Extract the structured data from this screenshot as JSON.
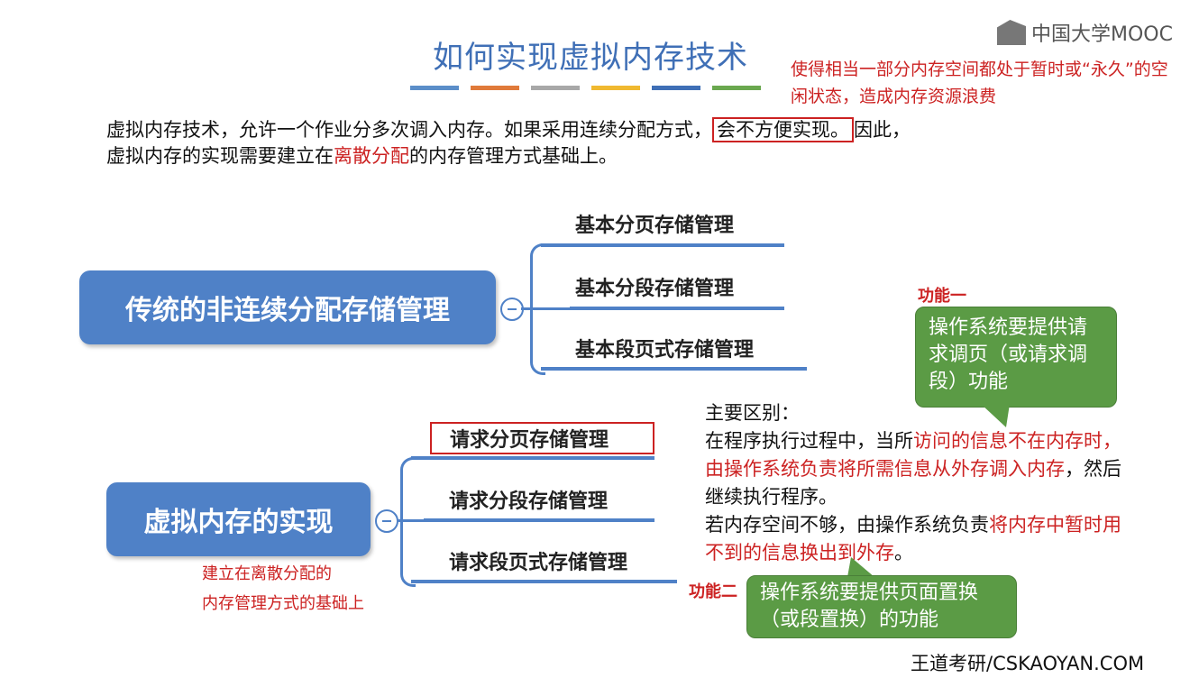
{
  "logo": {
    "text": "中国大学MOOC",
    "icon": "mooc-logo-icon"
  },
  "title": "如何实现虚拟内存技术",
  "title_bar_colors": [
    "#5b8ec9",
    "#e07a3a",
    "#a8a8a8",
    "#f0b930",
    "#3f6fb6",
    "#6aa84f"
  ],
  "top_note": "使得相当一部分内存空间都处于暂时或“永久”的空闲状态，造成内存资源浪费",
  "paragraph": {
    "part1": "虚拟内存技术，允许一个作业分多次调入内存。如果采用连续分配方式，",
    "boxed": "会不方便实现。",
    "part2": "因此，",
    "part3": "虚拟内存的实现需要建立在",
    "red": "离散分配",
    "part4": "的内存管理方式基础上。"
  },
  "traditional": {
    "label": "传统的非连续分配存储管理",
    "children": [
      "基本分页存储管理",
      "基本分段存储管理",
      "基本段页式存储管理"
    ]
  },
  "virtual": {
    "label": "虚拟内存的实现",
    "children": [
      "请求分页存储管理",
      "请求分段存储管理",
      "请求段页式存储管理"
    ],
    "note_line1": "建立在离散分配的",
    "note_line2": "内存管理方式的基础上"
  },
  "function1": {
    "label": "功能一",
    "text": "操作系统要提供请求调页（或请求调段）功能"
  },
  "function2": {
    "label": "功能二",
    "text": "操作系统要提供页面置换（或段置换）的功能"
  },
  "differences": {
    "heading": "主要区别：",
    "p1_a": "在程序执行过程中，当所",
    "p1_red": "访问的信息不在内存时，由操作系统负责将所需信息从外存调入内存",
    "p1_b": "，然后继续执行程序。",
    "p2_a": "若内存空间不够，由操作系统负责",
    "p2_red": "将内存中暂时用不到的信息换出到外存",
    "p2_b": "。"
  },
  "footer": "王道考研/CSKAOYAN.COM"
}
